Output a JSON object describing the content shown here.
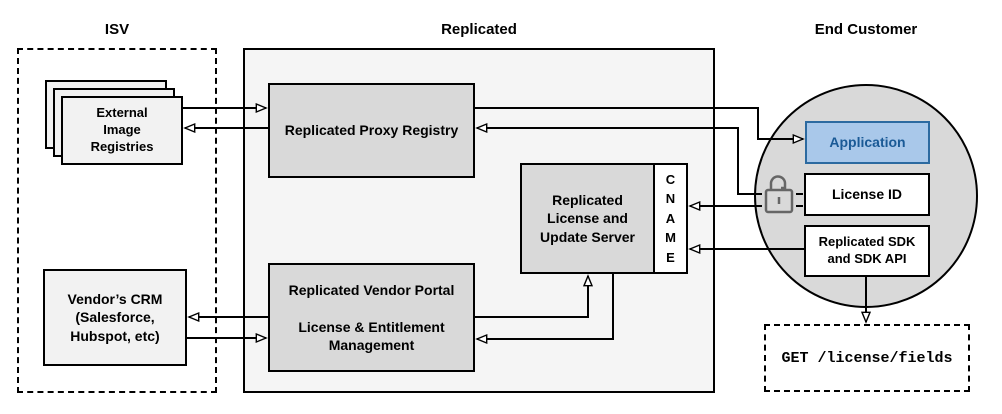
{
  "sections": {
    "isv": {
      "title": "ISV"
    },
    "replicated": {
      "title": "Replicated"
    },
    "end_customer": {
      "title": "End Customer"
    }
  },
  "nodes": {
    "external_registries": {
      "label": "External\nImage\nRegistries"
    },
    "vendor_crm": {
      "label": "Vendor’s CRM\n(Salesforce,\nHubspot, etc)"
    },
    "proxy_registry": {
      "label": "Replicated Proxy Registry"
    },
    "license_update_server": {
      "label": "Replicated\nLicense and\nUpdate Server"
    },
    "cname": {
      "label": "C\nN\nA\nM\nE"
    },
    "vendor_portal": {
      "label": "Replicated Vendor Portal\n\nLicense & Entitlement\nManagement"
    },
    "application": {
      "label": "Application"
    },
    "license_id": {
      "label": "License ID"
    },
    "replicated_sdk": {
      "label": "Replicated SDK\nand SDK API"
    },
    "api_request": {
      "label": "GET /license/fields"
    }
  },
  "icons": {
    "lock": "unlocked-padlock-icon"
  },
  "colors": {
    "node_gray": "#d9d9d9",
    "node_light": "#f2f2f2",
    "container_gray": "#f5f5f5",
    "circle_gray": "#d9d9d9",
    "application_fill": "#a9c8ea",
    "application_border": "#2c6aa0",
    "application_text": "#1a5a96",
    "line": "#000000",
    "lock_icon": "#666666"
  },
  "edges": [
    {
      "from": "external_registries",
      "to": "proxy_registry"
    },
    {
      "from": "proxy_registry",
      "to": "external_registries"
    },
    {
      "from": "proxy_registry",
      "to": "application"
    },
    {
      "from": "license_id",
      "to": "proxy_registry"
    },
    {
      "from": "license_id",
      "to": "cname"
    },
    {
      "from": "replicated_sdk",
      "to": "cname"
    },
    {
      "from": "vendor_portal",
      "to": "license_update_server"
    },
    {
      "from": "license_update_server",
      "to": "vendor_portal"
    },
    {
      "from": "vendor_portal",
      "to": "vendor_crm"
    },
    {
      "from": "vendor_crm",
      "to": "vendor_portal"
    },
    {
      "from": "replicated_sdk",
      "to": "api_request"
    }
  ]
}
